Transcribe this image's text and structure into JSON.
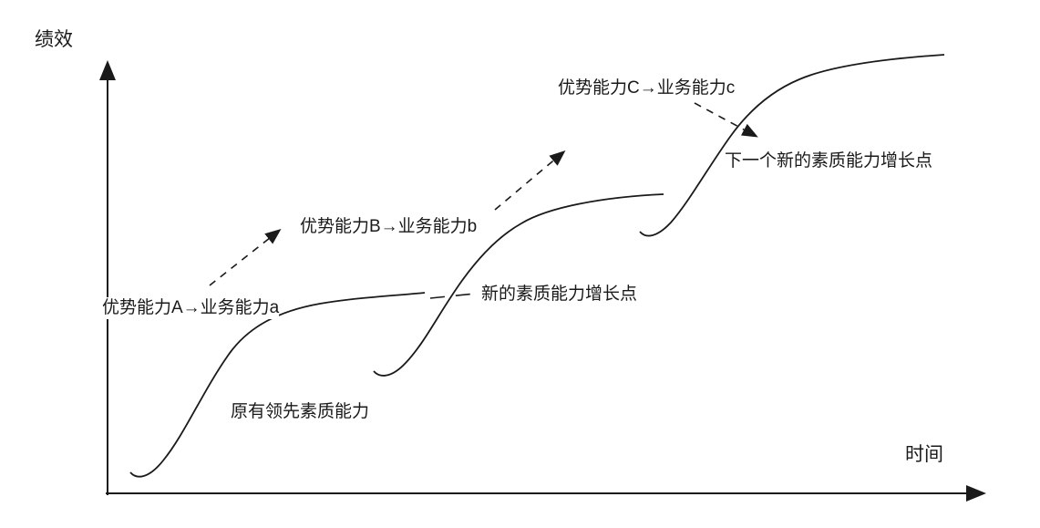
{
  "diagram": {
    "title_hint": "capability-growth-s-curves",
    "y_axis_label": "绩效",
    "x_axis_label": "时间",
    "labels": {
      "capability_a": "优势能力A→业务能力a",
      "original_capability": "原有领先素质能力",
      "capability_b": "优势能力B→业务能力b",
      "new_growth_point": "新的素质能力增长点",
      "capability_c": "优势能力C→业务能力c",
      "next_growth_point": "下一个新的素质能力增长点"
    },
    "colors": {
      "stroke": "#1a1a1a",
      "background": "#ffffff"
    }
  }
}
